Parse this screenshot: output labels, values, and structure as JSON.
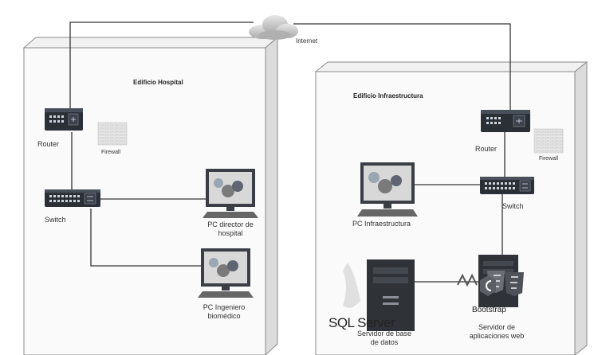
{
  "labels": {
    "internet": "Internet",
    "building_hospital": "Edificio Hospital",
    "building_infra": "Edificio Infraestructura",
    "router_hospital": "Router",
    "firewall_hospital": "Firewall",
    "switch_hospital": "Switch",
    "pc_director": "PC director de hospital",
    "pc_ingeniero": "PC Ingeniero biomédico",
    "router_infra": "Router",
    "firewall_infra": "Firewall",
    "switch_infra": "Switch",
    "pc_infra": "PC Infraestructura",
    "sql_brand": "SQL Server",
    "db_server": "Servidor de base de datos",
    "bootstrap_brand": "Bootstrap",
    "app_server": "Servidor de aplicaciones web"
  }
}
